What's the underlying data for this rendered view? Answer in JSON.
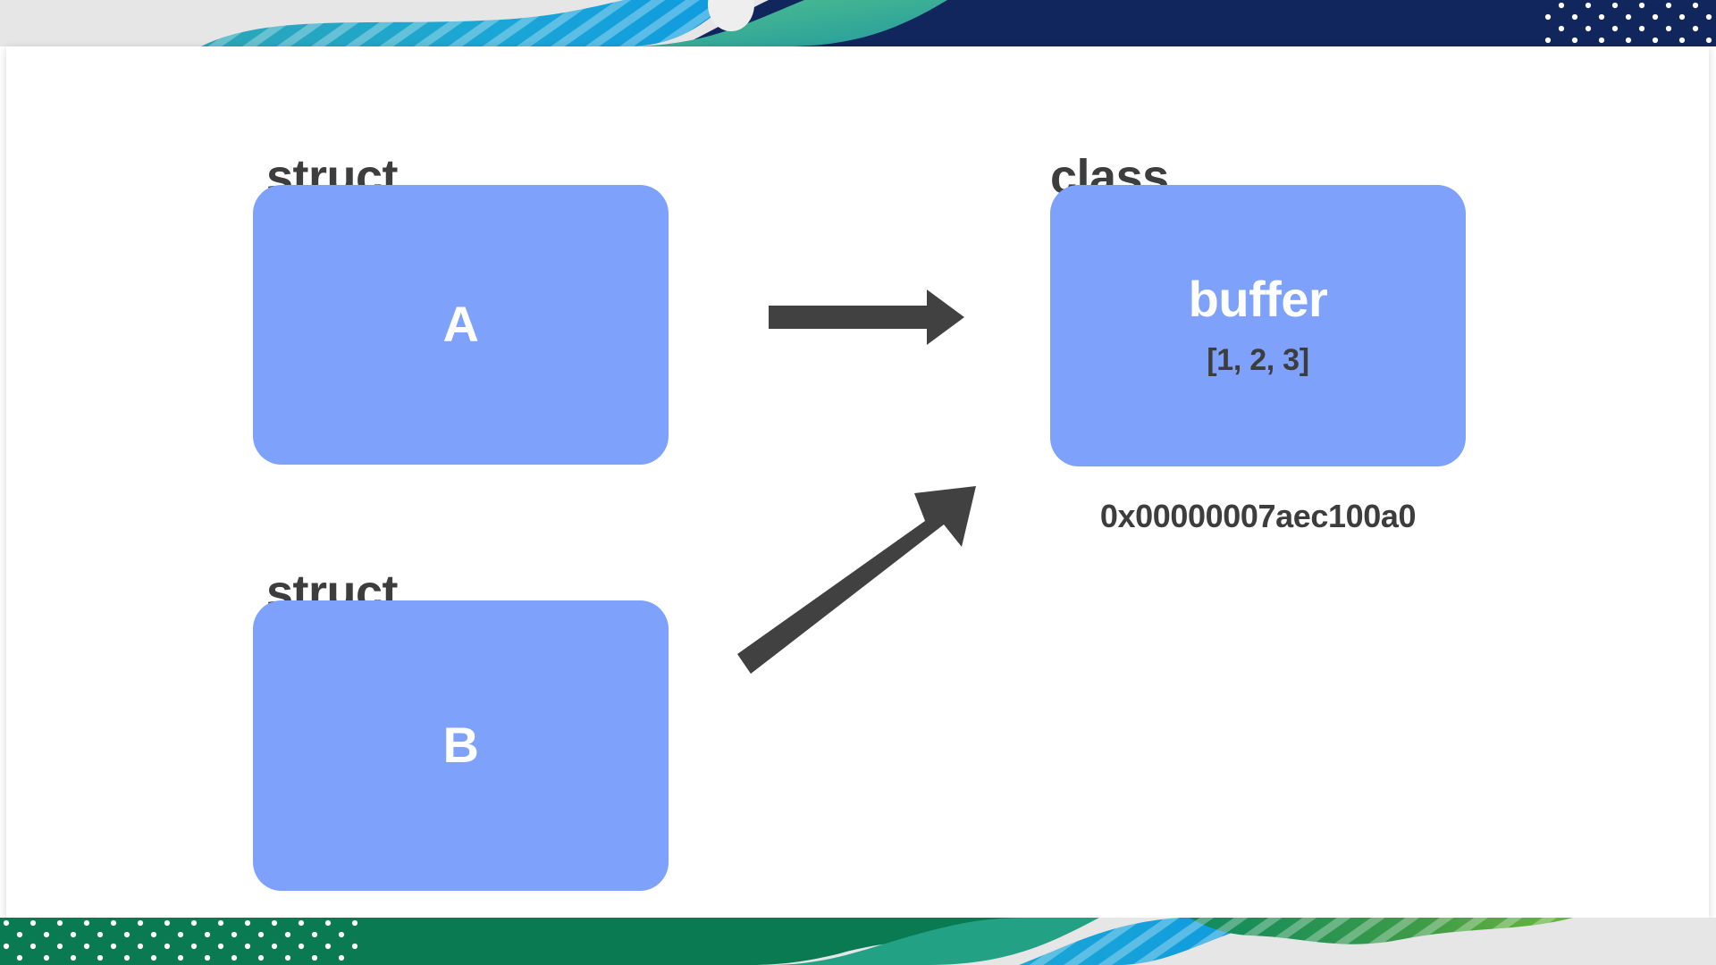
{
  "slide": {
    "background_color": "#ffffff",
    "panel_color": "#ffffff",
    "accent_box_color": "#7ea2fc",
    "text_dark_color": "#3d3d3d",
    "text_light_color": "#ffffff",
    "arrow_color": "#414141"
  },
  "decoration": {
    "top_band": {
      "base_color": "#e4e4e4",
      "navy_color": "#12265e",
      "teal_color": "#2aa8b8",
      "cyan_color": "#0f9ede",
      "green_teal_color": "#36b08f",
      "dot_color": "#ffffff"
    },
    "bottom_band": {
      "base_color": "#e4e4e4",
      "green_color": "#0a7a52",
      "blue_color": "#0f9ede",
      "leaf_green_color": "#4ea73c",
      "dot_color": "#ffffff"
    }
  },
  "diagram": {
    "type": "reference-semantics",
    "nodes": [
      {
        "id": "struct-a",
        "caption": "struct",
        "title": "A",
        "subtitle": "",
        "address": ""
      },
      {
        "id": "struct-b",
        "caption": "struct",
        "title": "B",
        "subtitle": "",
        "address": ""
      },
      {
        "id": "class-buffer",
        "caption": "class",
        "title": "buffer",
        "subtitle": "[1, 2, 3]",
        "address": "0x00000007aec100a0"
      }
    ],
    "arrows": [
      {
        "id": "arrow-a-to-buffer",
        "from": "struct-a",
        "to": "class-buffer",
        "style": "straight-horizontal"
      },
      {
        "id": "arrow-b-to-buffer",
        "from": "struct-b",
        "to": "class-buffer",
        "style": "diagonal-up-right"
      }
    ]
  }
}
